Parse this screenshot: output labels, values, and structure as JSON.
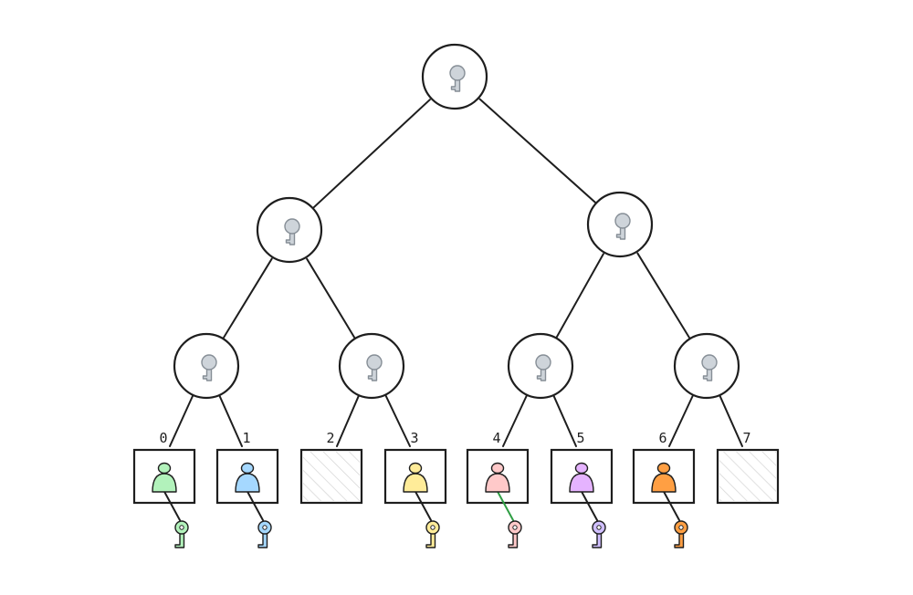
{
  "colors": {
    "stroke": "#1e1e1e",
    "node_key_fill": "#ced4da",
    "node_key_stroke": "#868e96",
    "hatch": "#d0d0d0"
  },
  "icons": {
    "node": "key-icon",
    "leaf": "user-icon",
    "leaf_key": "key-icon",
    "empty": "hatched-empty-slot"
  },
  "tree": {
    "root": "key-node",
    "levels": 3
  },
  "leaves": [
    {
      "label": "0",
      "occupied": true,
      "user_color": "#b2f2bb",
      "key_color": "#b2f2bb",
      "link_color": "#1e1e1e"
    },
    {
      "label": "1",
      "occupied": true,
      "user_color": "#a5d8ff",
      "key_color": "#a5d8ff",
      "link_color": "#1e1e1e"
    },
    {
      "label": "2",
      "occupied": false
    },
    {
      "label": "3",
      "occupied": true,
      "user_color": "#ffec99",
      "key_color": "#ffec99",
      "link_color": "#1e1e1e"
    },
    {
      "label": "4",
      "occupied": true,
      "user_color": "#ffc9c9",
      "key_color": "#ffc9c9",
      "link_color": "#2f9e44"
    },
    {
      "label": "5",
      "occupied": true,
      "user_color": "#e5b3ff",
      "key_color": "#d0bfff",
      "link_color": "#1e1e1e"
    },
    {
      "label": "6",
      "occupied": true,
      "user_color": "#ff9f43",
      "key_color": "#ff9f43",
      "link_color": "#1e1e1e"
    },
    {
      "label": "7",
      "occupied": false
    }
  ]
}
